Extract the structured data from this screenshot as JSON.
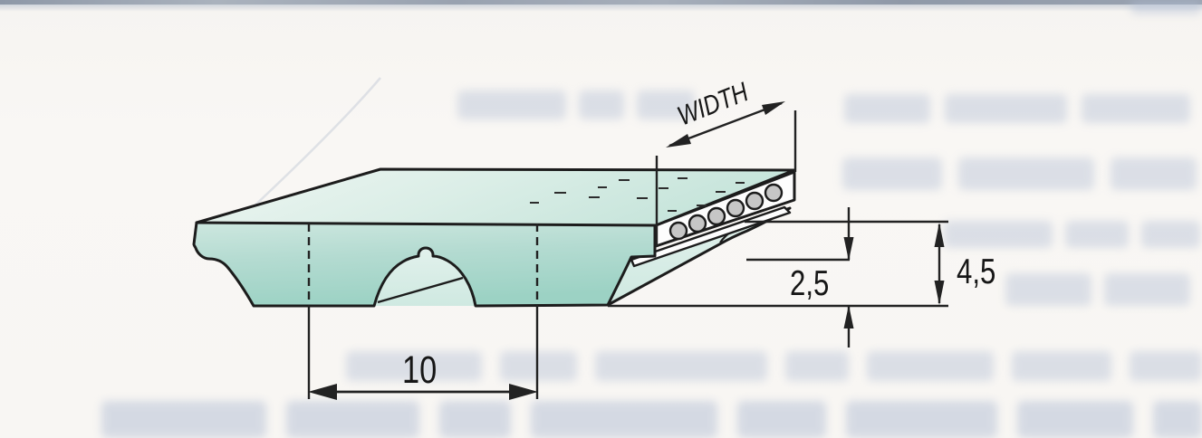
{
  "diagram": {
    "description": "Toothed timing belt profile cross-section drawing",
    "labels": {
      "width": "WIDTH",
      "pitch": "10",
      "tooth_height": "2,5",
      "belt_height": "4,5"
    },
    "cord_count": 6,
    "colors": {
      "outline": "#1c1c1c",
      "belt_face_teal": "#aed9cd",
      "belt_face_light": "#d9ece6",
      "belt_top_light": "#e9f3ef",
      "cord_gray": "#c6c6c6",
      "paper": "#f8f6f3",
      "scan_strip_gray": "#929cab",
      "ghost_text_blue": "#b2bed4"
    }
  }
}
